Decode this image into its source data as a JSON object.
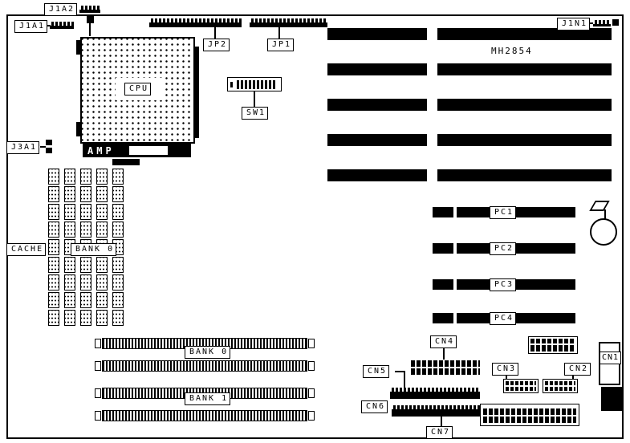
{
  "board": {
    "model": "MH2854",
    "cpu_label": "CPU",
    "cpu_brand": "AMP",
    "cache_label": "CACHE",
    "cache_bank_label": "BANK 0",
    "simm_bank0_label": "BANK 0",
    "simm_bank1_label": "BANK 1",
    "jumpers": {
      "j1a1": "J1A1",
      "j1a2": "J1A2",
      "j1n1": "J1N1",
      "j3a1": "J3A1",
      "jp1": "JP1",
      "jp2": "JP2",
      "sw1": "SW1"
    },
    "pci_slots": [
      "PC1",
      "PC2",
      "PC3",
      "PC4"
    ],
    "connectors": {
      "cn1": "CN1",
      "cn2": "CN2",
      "cn3": "CN3",
      "cn4": "CN4",
      "cn5": "CN5",
      "cn6": "CN6",
      "cn7": "CN7"
    }
  }
}
